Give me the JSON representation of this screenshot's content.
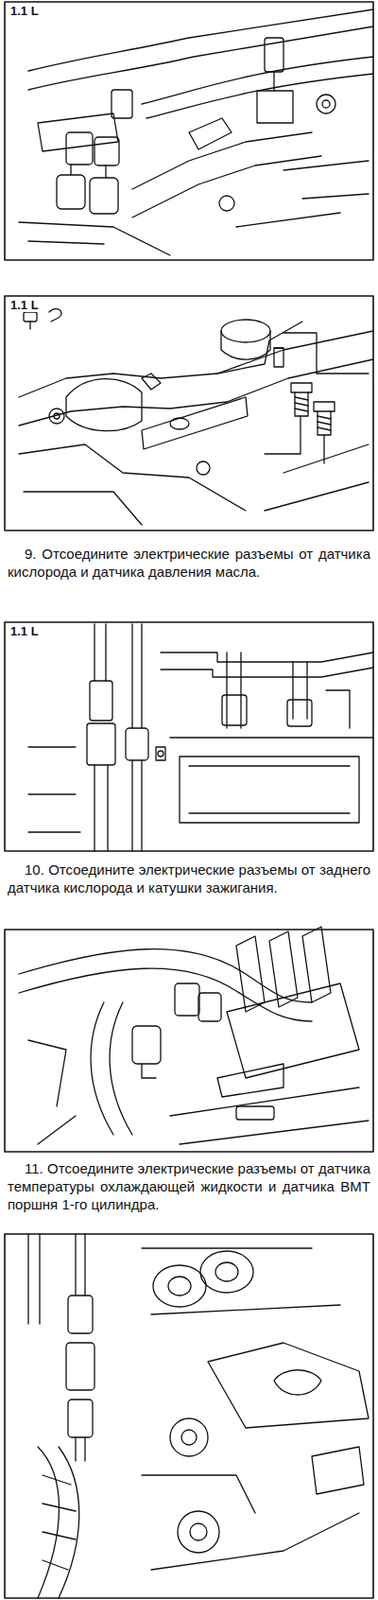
{
  "diagram": {
    "labels": [
      "1.1 L",
      "1.1 L",
      "9. Отсоедините электрические разъемы от датчика кислорода и датчика давления масла.",
      "1.1 L",
      "10. Отсоедините электрические разъемы от заднего датчика кислорода и катушки зажигания.",
      "11. Отсоедините электрические разъемы от датчика температуры охлаждающей жидкости и датчика ВМТ поршня 1-го цилиндра."
    ]
  }
}
